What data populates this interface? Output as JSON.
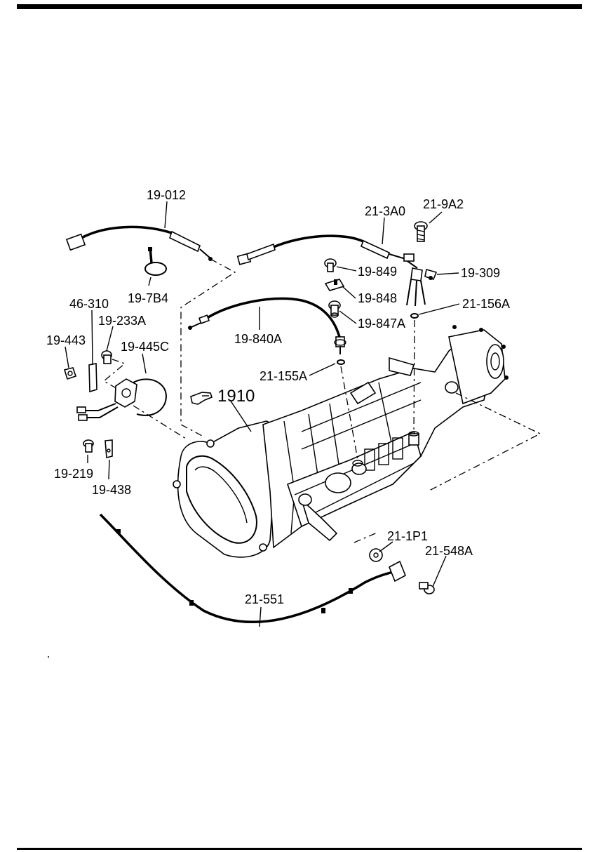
{
  "diagram": {
    "group_label": "1910",
    "parts": {
      "p19_012": "19-012",
      "p19_7b4": "19-7B4",
      "p46_310": "46-310",
      "p19_233a": "19-233A",
      "p19_443": "19-443",
      "p19_445c": "19-445C",
      "p19_840a": "19-840A",
      "p21_155a": "21-155A",
      "p21_3a0": "21-3A0",
      "p21_9a2": "21-9A2",
      "p19_849": "19-849",
      "p19_309": "19-309",
      "p19_848": "19-848",
      "p21_156a": "21-156A",
      "p19_847a": "19-847A",
      "p19_219": "19-219",
      "p19_438": "19-438",
      "p21_1p1": "21-1P1",
      "p21_548a": "21-548A",
      "p21_551": "21-551"
    }
  }
}
